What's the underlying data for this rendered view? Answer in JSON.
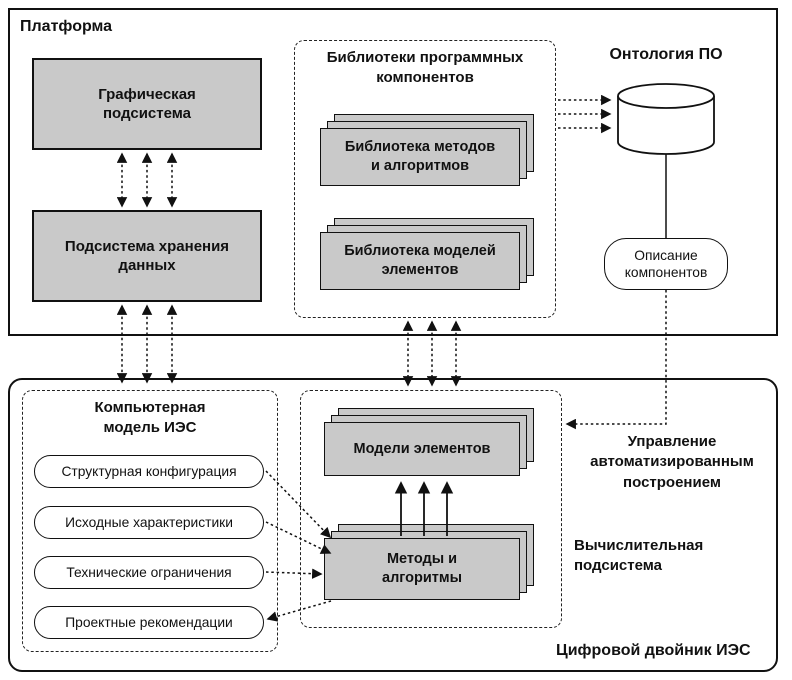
{
  "colors": {
    "box_fill": "#c9c9c9",
    "line": "#111111"
  },
  "platform": {
    "label": "Платформа",
    "graphics_subsystem": "Графическая подсистема",
    "storage_subsystem": "Подсистема хранения данных",
    "libraries": {
      "title": "Библиотеки программных компонентов",
      "methods_library": "Библиотека методов и алгоритмов",
      "models_library": "Библиотека моделей элементов"
    }
  },
  "ontology": {
    "title": "Онтология ПО",
    "components_description": "Описание компонентов"
  },
  "digital_twin": {
    "label": "Цифровой двойник ИЭС",
    "computer_model": {
      "title": "Компьютерная модель ИЭС",
      "items": [
        "Структурная конфигурация",
        "Исходные характеристики",
        "Технические ограничения",
        "Проектные рекомендации"
      ]
    },
    "computing_subsystem": {
      "label": "Вычислительная подсистема",
      "element_models": "Модели элементов",
      "methods_algorithms": "Методы и алгоритмы"
    },
    "control_label": "Управление автоматизированным построением"
  }
}
